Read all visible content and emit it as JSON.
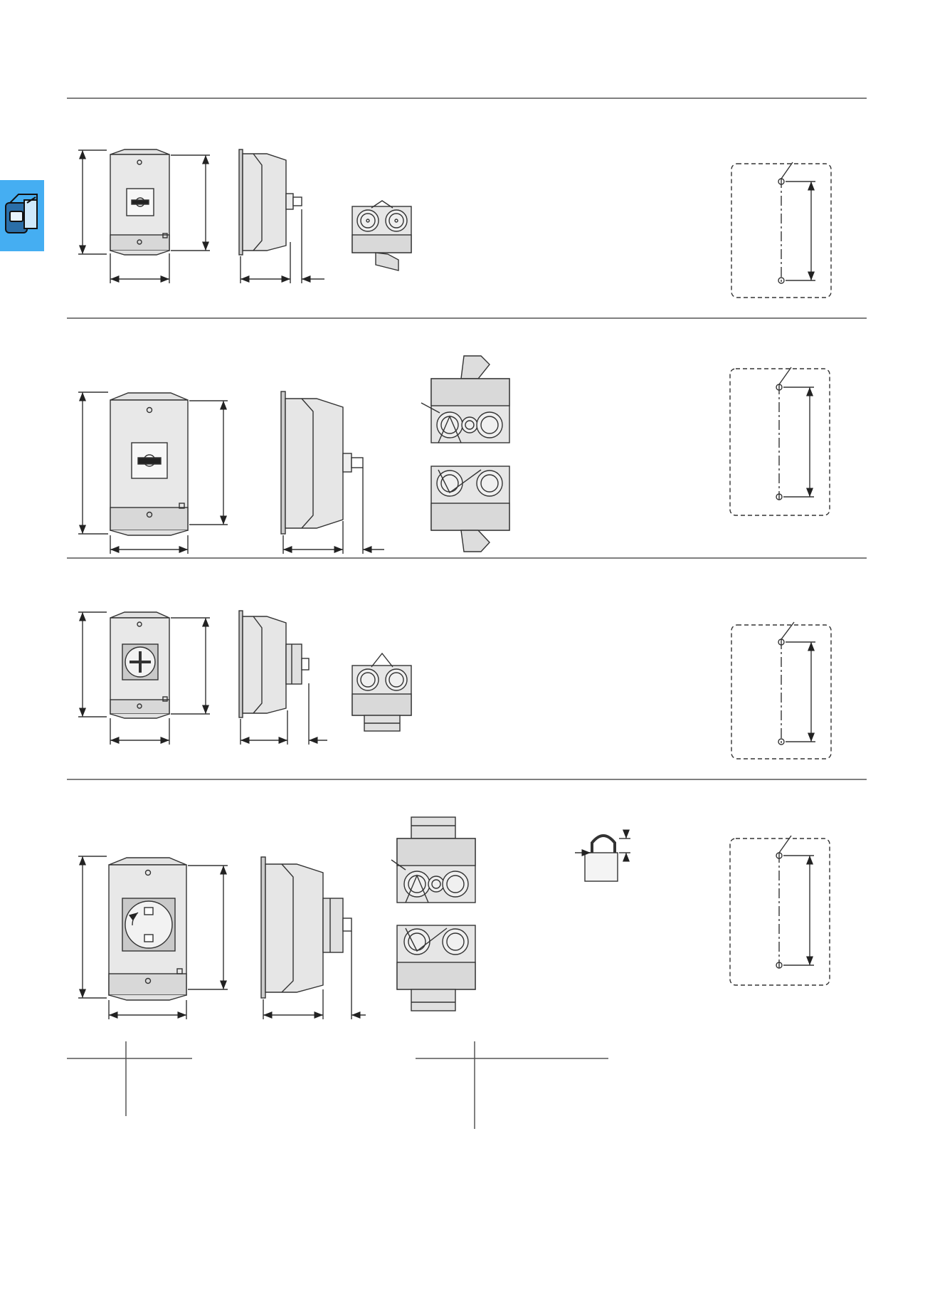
{
  "page": {
    "background": "#ffffff",
    "line_color": "#444444",
    "housing_fill": "#e6e6e6",
    "housing_dark": "#b8b8b8",
    "panel_fill": "#f4f4f4"
  },
  "side_tab": {
    "color": "#45aef2",
    "icon": "switch-disconnector-icon"
  },
  "rows": [
    {
      "name": "row-1-small-housing",
      "handle": "small-rotary-handle",
      "mounting": "dashed-template"
    },
    {
      "name": "row-2-large-housing",
      "handle": "rotary-handle",
      "mounting": "dashed-template"
    },
    {
      "name": "row-3-small-emergency-housing",
      "handle": "emergency-stop-handle",
      "mounting": "dashed-template"
    },
    {
      "name": "row-4-large-emergency-housing",
      "handle": "emergency-stop-handle",
      "mounting": "dashed-template",
      "accessory": "padlock-icon"
    }
  ],
  "legend_tables": 2
}
